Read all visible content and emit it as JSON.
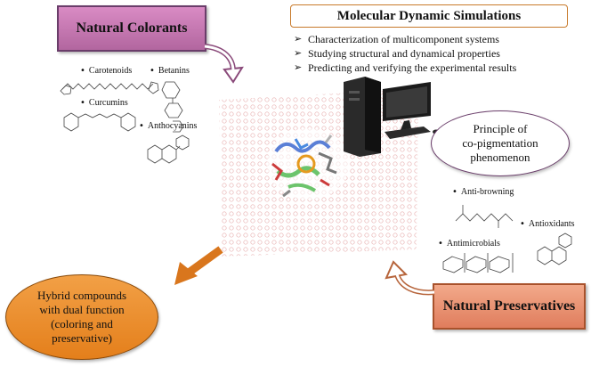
{
  "natural_colorants": {
    "title": "Natural Colorants",
    "items": [
      "Carotenoids",
      "Betanins",
      "Curcumins",
      "Anthocyanins"
    ],
    "color": "#c77ab4"
  },
  "md_simulations": {
    "title": "Molecular Dynamic Simulations",
    "items": [
      "Characterization of multicomponent systems",
      "Studying structural and dynamical properties",
      "Predicting and verifying the experimental results"
    ],
    "border_color": "#c87a2b"
  },
  "principle": {
    "line1": "Principle of",
    "line2": "co-pigmentation",
    "line3": "phenomenon"
  },
  "natural_preservatives": {
    "title": "Natural Preservatives",
    "items": [
      "Anti-browning",
      "Antioxidants",
      "Antimicrobials"
    ],
    "color": "#e88c6c"
  },
  "hybrid": {
    "text": "Hybrid compounds with dual function (coloring and preservative)",
    "color": "#e8892a"
  },
  "icons": [
    "computer-tower-icon",
    "monitor-icon",
    "keyboard-icon",
    "mouse-icon",
    "protein-structure-icon"
  ]
}
